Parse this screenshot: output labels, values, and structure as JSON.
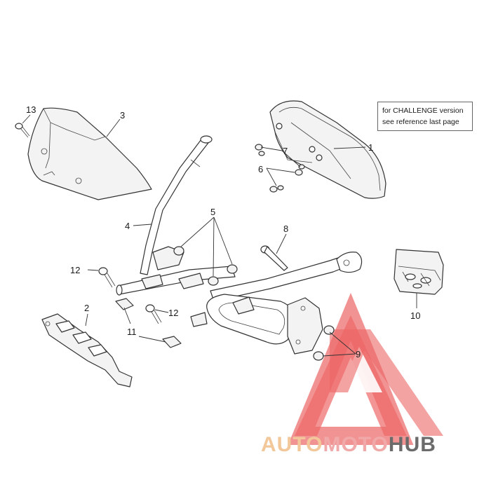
{
  "note": {
    "line1": "for CHALLENGE version",
    "line2": "see reference last page"
  },
  "callouts": {
    "c1": "1",
    "c2": "2",
    "c3": "3",
    "c4": "4",
    "c5": "5",
    "c6": "6",
    "c7": "7",
    "c8": "8",
    "c9": "9",
    "c10": "10",
    "c11": "11",
    "c12a": "12",
    "c12b": "12",
    "c13": "13"
  },
  "watermark": {
    "part1": "AUTO",
    "part2": "MOTO",
    "part3": "HUB",
    "color_auto": "#f2c79a",
    "color_moto": "#f0a8a8",
    "color_hub": "#6b6b6b",
    "triangle_color": "#e94b4b"
  }
}
